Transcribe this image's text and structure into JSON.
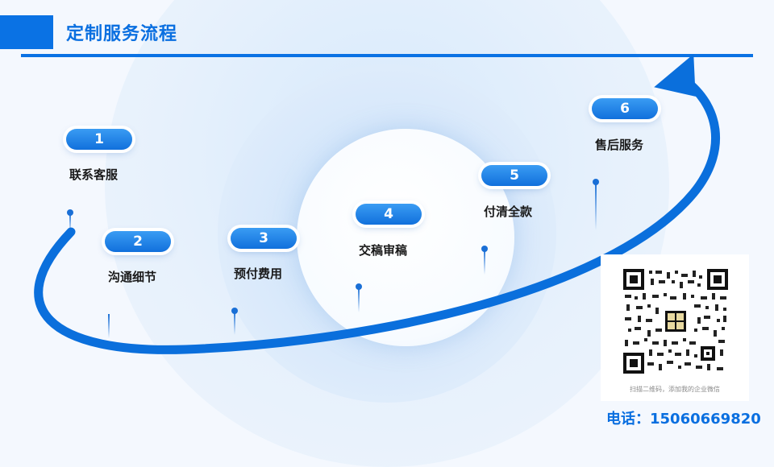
{
  "header": {
    "title": "定制服务流程"
  },
  "steps": [
    {
      "number": "1",
      "label": "联系客服"
    },
    {
      "number": "2",
      "label": "沟通细节"
    },
    {
      "number": "3",
      "label": "预付费用"
    },
    {
      "number": "4",
      "label": "交稿审稿"
    },
    {
      "number": "5",
      "label": "付清全款"
    },
    {
      "number": "6",
      "label": "售后服务"
    }
  ],
  "qr": {
    "caption": "扫描二维码，添加我的企业微信"
  },
  "contact": {
    "phone_label": "电话：",
    "phone": "15060669820"
  },
  "colors": {
    "accent": "#0a72e4",
    "title": "#0a6fe0"
  }
}
